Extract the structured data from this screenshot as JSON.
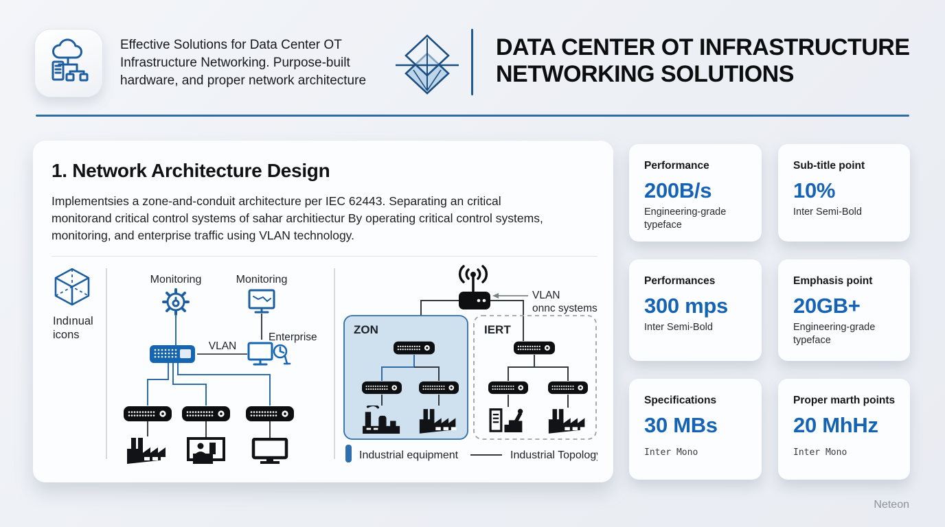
{
  "header": {
    "tagline": "Effective Solutions for Data Center OT Infrastructure Networking. Purpose-built hardware, and proper network architecture",
    "title_line1": "DATA CENTER OT INFRASTRUCTURE",
    "title_line2": "NETWORKING SOLUTIONS"
  },
  "section": {
    "heading": "1. Network Architecture Design",
    "body": "Implementsies a zone-and-conduit architecture per IEC 62443. Separating an critical monitorand critical control systems of sahar architiectur By operating critical control systems, monitoring, and enterprise traffic using VLAN technology."
  },
  "diagram": {
    "icons_label_line1": "Indınual",
    "icons_label_line2": "icons",
    "monitoring_left": "Monitoring",
    "monitoring_right": "Monitoring",
    "enterprise_label": "Enterprise",
    "vlan_label": "VLAN",
    "router_note_line1": "VLAN",
    "router_note_line2": "onnc systems",
    "zone_a_label": "ZON",
    "zone_b_label": "IERT",
    "legend": {
      "equipment": "Industrial equipment",
      "topology": "Industrial Topology"
    }
  },
  "stats": [
    {
      "title": "Performance",
      "value": "200B/s",
      "sub": "Engineering-grade typeface"
    },
    {
      "title": "Sub-title point",
      "value": "10%",
      "sub": "Inter Semi-Bold"
    },
    {
      "title": "Performances",
      "value": "300 mps",
      "sub": "Inter Semi-Bold"
    },
    {
      "title": "Emphasis point",
      "value": "20GB+",
      "sub": "Engineering-grade typeface"
    },
    {
      "title": "Specifications",
      "value": "30 MBs",
      "sub": "Inter Mono"
    },
    {
      "title": "Proper marth points",
      "value": "20 MhHz",
      "sub": "Inter Mono"
    }
  ],
  "footer": {
    "brand": "Neteon"
  },
  "colors": {
    "accent": "#1563b5",
    "rule": "#2e6da4",
    "zone_fill": "#cfe0ef",
    "icon_blue": "#1d5f9e"
  }
}
